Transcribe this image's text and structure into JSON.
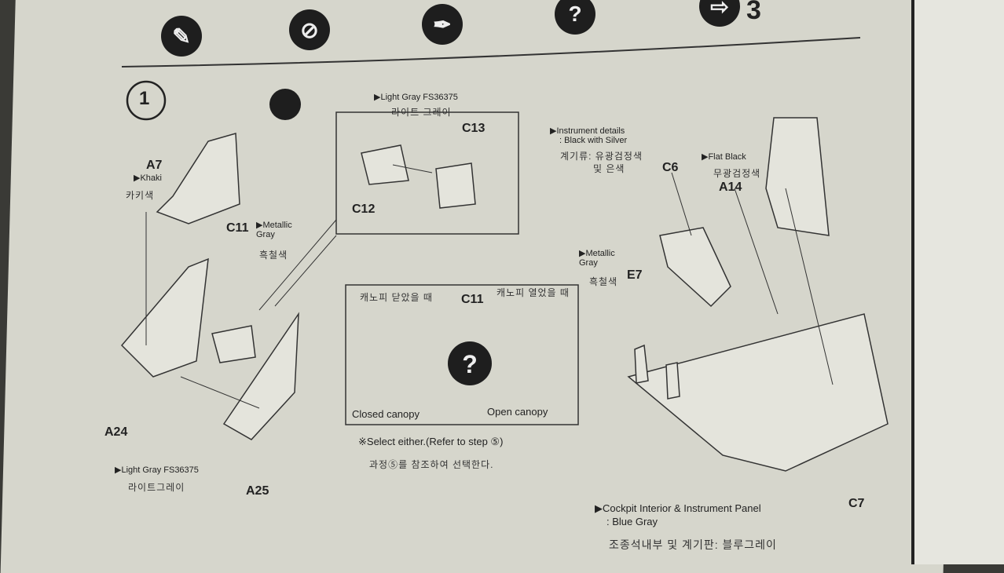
{
  "header": {
    "icons": [
      "cement-icon",
      "no-cement-icon",
      "knife-icon",
      "choice-icon",
      "repeat-icon"
    ],
    "repeat_count": "3"
  },
  "step": {
    "number": "1"
  },
  "labels": {
    "light_gray_top": "▶Light Gray FS36375",
    "light_gray_top_kr": "라이트 그레이",
    "c13": "C13",
    "c12": "C12",
    "a7": "A7",
    "khaki": "▶Khaki",
    "khaki_kr": "카키색",
    "c11": "C11",
    "metallic_gray": "▶Metallic Gray",
    "metallic_gray_kr": "흑철색",
    "a24": "A24",
    "a25": "A25",
    "light_gray_bottom": "▶Light Gray FS36375",
    "light_gray_bottom_kr": "라이트그레이",
    "canopy_closed_kr": "캐노피 닫았을 때",
    "canopy_open_kr": "캐노피 열었을 때",
    "c11_inset": "C11",
    "closed_canopy": "Closed canopy",
    "open_canopy": "Open canopy",
    "select_either": "※Select either.(Refer to step ⑤)",
    "select_either_kr": "과정⑤를 참조하여 선택한다.",
    "instrument_details": "▶Instrument details",
    "instrument_details_2": ": Black with Silver",
    "instrument_kr": "계기류: 유광검정색",
    "instrument_kr2": "및 은색",
    "c6": "C6",
    "flat_black": "▶Flat Black",
    "flat_black_kr": "무광검정색",
    "a14": "A14",
    "metallic_gray_r": "▶Metallic Gray",
    "metallic_gray_r_kr": "흑철색",
    "e7": "E7",
    "cockpit": "▶Cockpit Interior & Instrument Panel",
    "cockpit_2": ": Blue Gray",
    "cockpit_kr": "조종석내부 및 계기판: 블루그레이",
    "c7": "C7"
  }
}
